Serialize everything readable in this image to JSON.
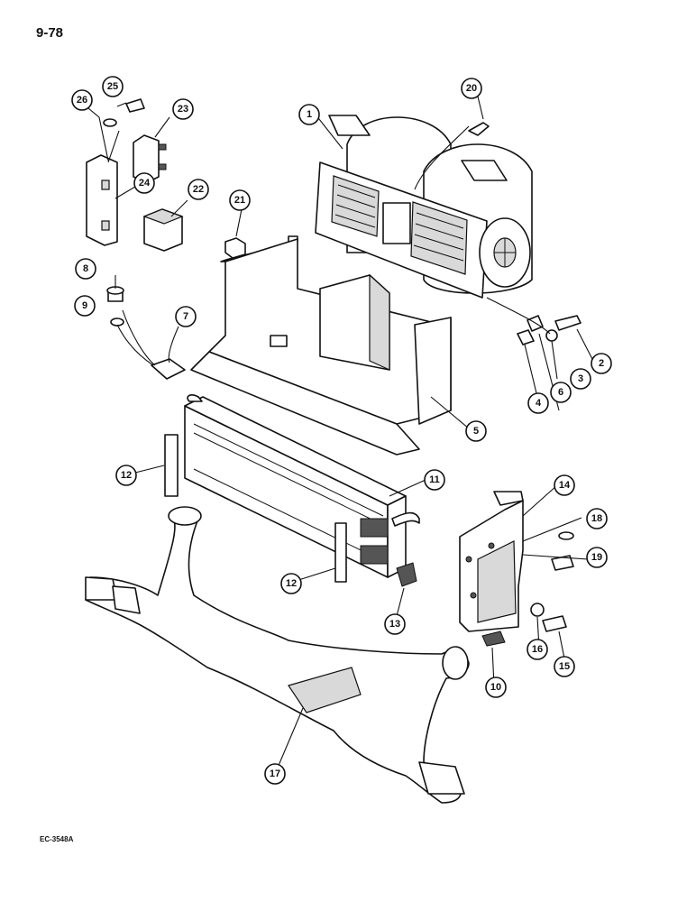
{
  "page": {
    "number": "9-78",
    "figure_code": "EC-3548A"
  },
  "callouts": [
    "1",
    "2",
    "3",
    "4",
    "5",
    "6",
    "7",
    "8",
    "9",
    "10",
    "11",
    "12",
    "12",
    "13",
    "14",
    "15",
    "16",
    "17",
    "18",
    "19",
    "20",
    "21",
    "22",
    "23",
    "24",
    "25",
    "26"
  ]
}
